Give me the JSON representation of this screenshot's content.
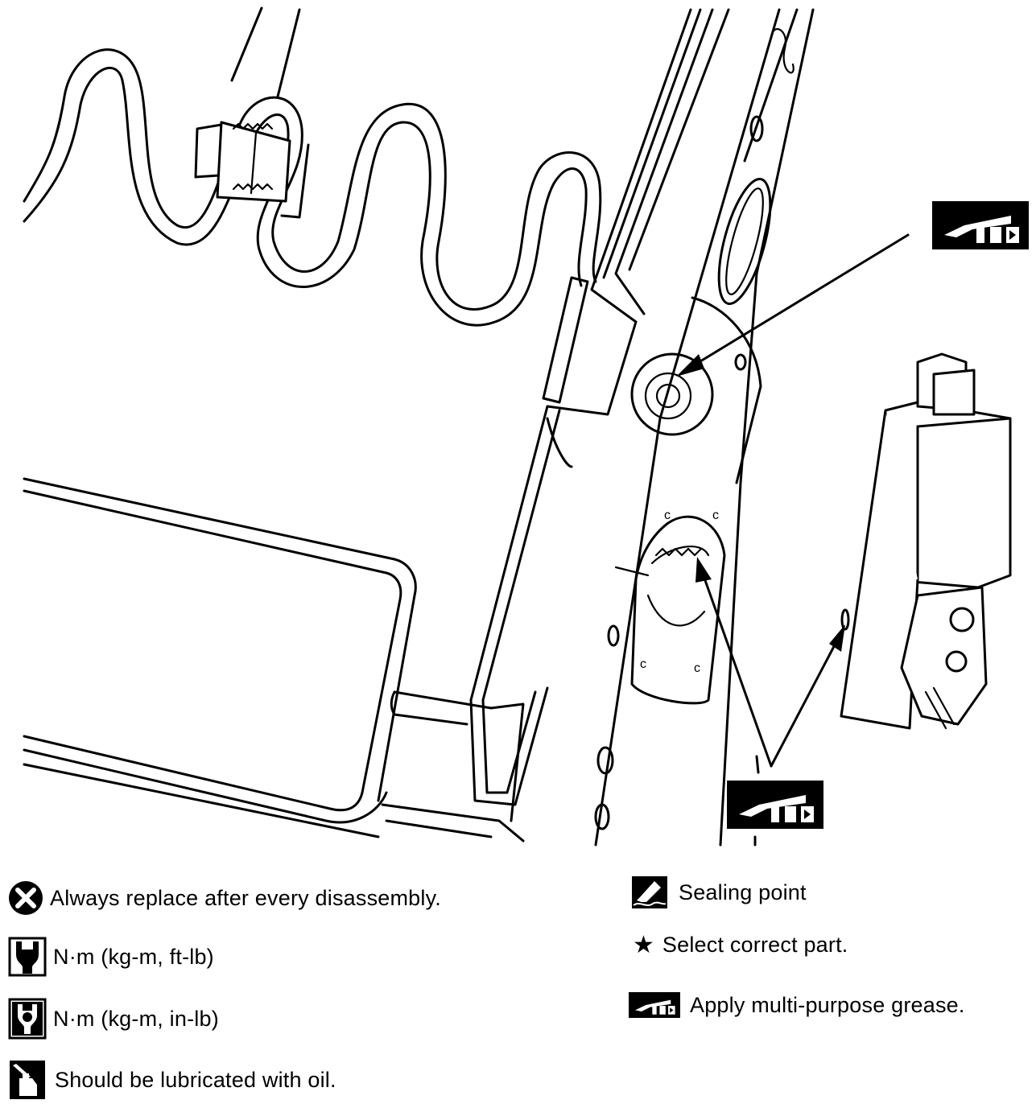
{
  "legend": {
    "replace": "Always replace after every disassembly.",
    "torque_ft": "N·m (kg-m, ft-lb)",
    "torque_in": "N·m (kg-m, in-lb)",
    "oil": "Should be lubricated with oil.",
    "sealing": "Sealing point",
    "select": "Select correct part.",
    "grease": "Apply multi-purpose grease."
  },
  "icons": {
    "replace": "x-circle-icon",
    "torque_ft": "wrench-icon",
    "torque_in": "wrench-solid-icon",
    "oil": "oil-can-icon",
    "sealing": "sealant-tube-icon",
    "select": "star-icon",
    "grease": "grease-gun-icon"
  }
}
